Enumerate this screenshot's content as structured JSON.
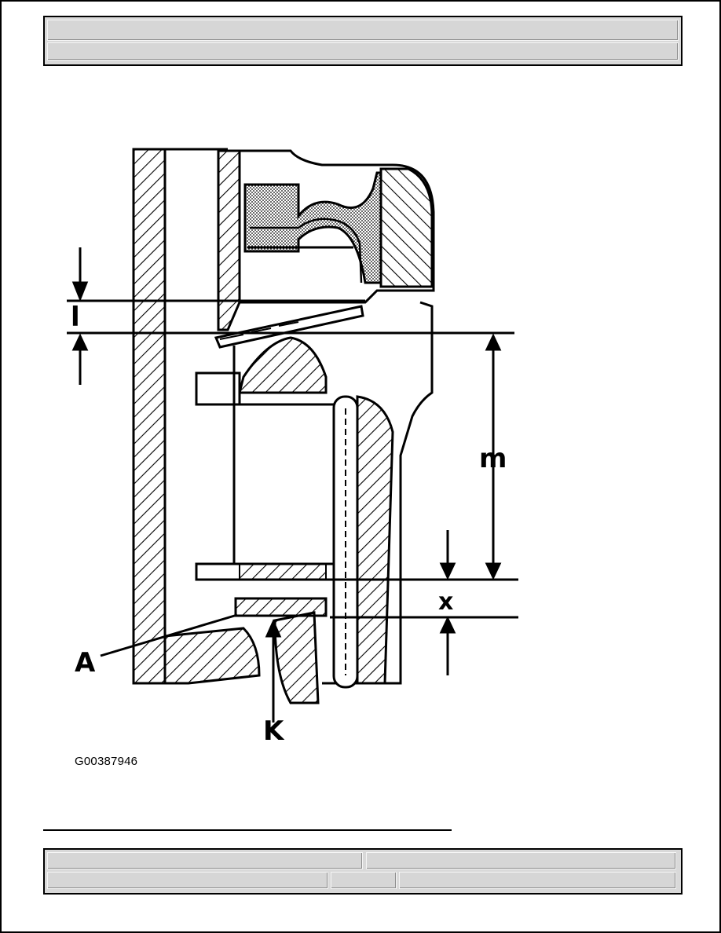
{
  "header": {
    "title": "",
    "subtitle": ""
  },
  "figure": {
    "labels": {
      "l": "l",
      "m": "m",
      "x": "x",
      "A": "A",
      "K": "K"
    },
    "image_id": "G00387946"
  },
  "footer": {
    "left_top": "",
    "right_top": "",
    "left_bottom": "",
    "middle_bottom": "",
    "right_bottom": ""
  }
}
